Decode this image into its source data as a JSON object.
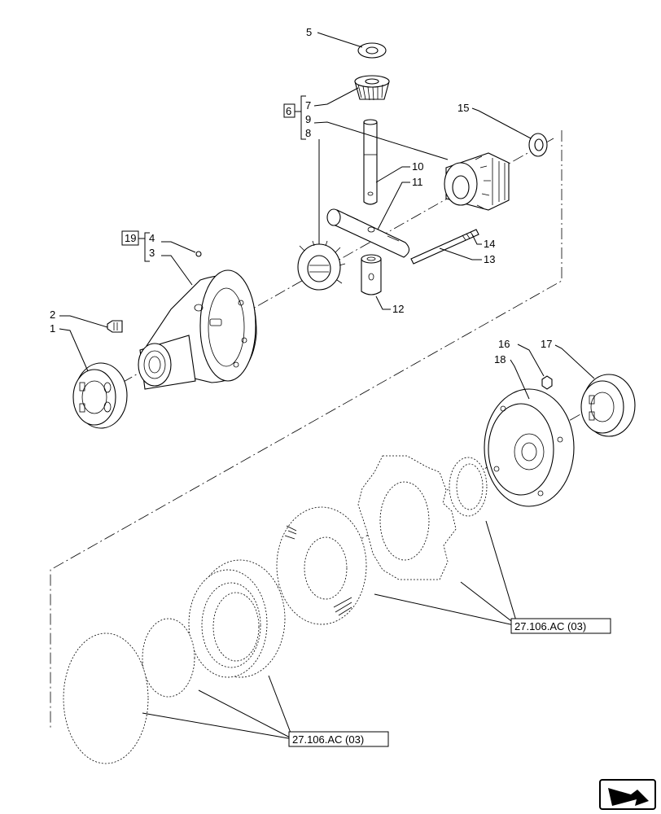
{
  "callouts": {
    "c1": "1",
    "c2": "2",
    "c3": "3",
    "c4": "4",
    "c5": "5",
    "c6": "6",
    "c7": "7",
    "c8": "8",
    "c9": "9",
    "c10": "10",
    "c11": "11",
    "c12": "12",
    "c13": "13",
    "c14": "14",
    "c15": "15",
    "c16": "16",
    "c17": "17",
    "c18": "18",
    "c19": "19"
  },
  "references": {
    "ref_upper": "27.106.AC (03)",
    "ref_lower": "27.106.AC (03)"
  },
  "nav_icon": "next-page-arrow-icon"
}
